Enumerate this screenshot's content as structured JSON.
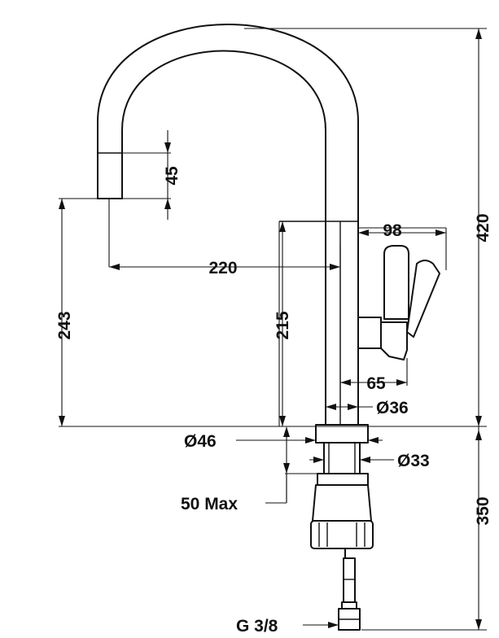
{
  "dimensions": {
    "total_height": "420",
    "spout_drop": "45",
    "spout_reach": "220",
    "outlet_height": "243",
    "body_height": "215",
    "lever_depth": "98",
    "lever_offset": "65",
    "body_diameter": "Ø36",
    "base_diameter": "Ø46",
    "shank_diameter": "Ø33",
    "mount_thickness": "50 Max",
    "below_counter": "350",
    "thread": "G 3/8"
  }
}
